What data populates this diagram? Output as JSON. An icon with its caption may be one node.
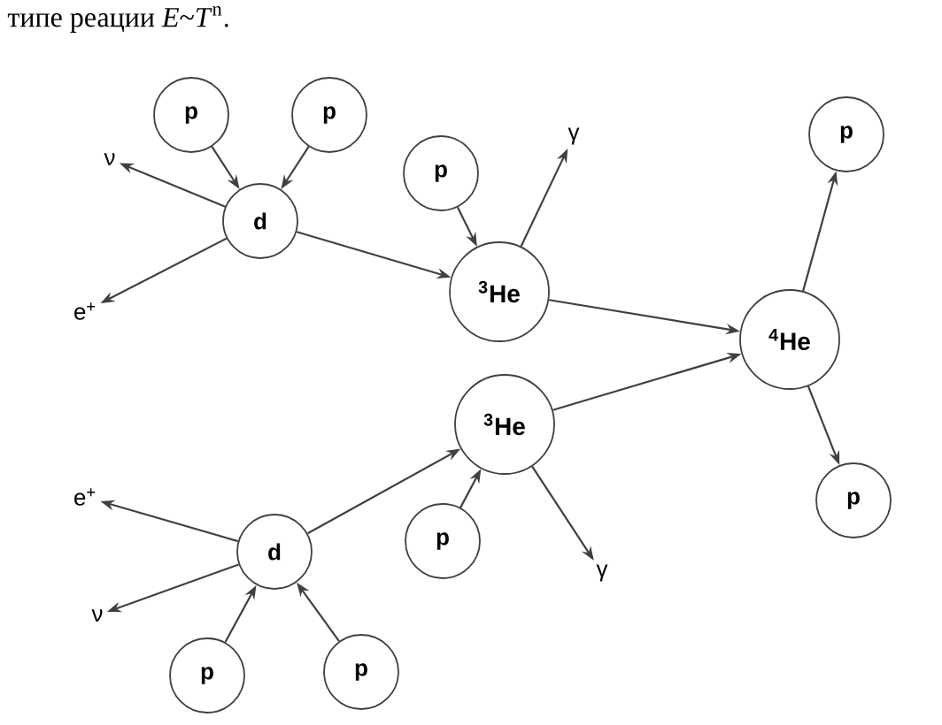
{
  "diagram": {
    "title": "типе реации *E*~*T*$^{n}$.",
    "nodes": [
      {
        "text": [
          "p"
        ]
      },
      {
        "text": [
          "p"
        ]
      },
      {
        "text": [
          "d"
        ]
      },
      {
        "text": [
          "ν"
        ]
      },
      {
        "text": [
          "e$^{+}$"
        ]
      },
      {
        "text": [
          "p"
        ]
      },
      {
        "text": [
          "$^{3}$He"
        ]
      },
      {
        "text": [
          "γ"
        ]
      },
      {
        "text": [
          "p"
        ]
      },
      {
        "text": [
          "$^{4}$He"
        ]
      },
      {
        "text": [
          "$^{3}$He"
        ]
      },
      {
        "text": [
          "e$^{+}$"
        ]
      },
      {
        "text": [
          "d"
        ]
      },
      {
        "text": [
          "ν"
        ]
      },
      {
        "text": [
          "p"
        ]
      },
      {
        "text": [
          "γ"
        ]
      },
      {
        "text": [
          "p"
        ]
      },
      {
        "text": [
          "p"
        ]
      },
      {
        "text": [
          "p"
        ]
      }
    ],
    "edges": [
      {
        "from": 0,
        "to": 2,
        "arrow": "to"
      },
      {
        "from": 1,
        "to": 2,
        "arrow": "to"
      },
      {
        "from": 2,
        "to": 3,
        "arrow": "to"
      },
      {
        "from": 2,
        "to": 4,
        "arrow": "to"
      },
      {
        "from": 2,
        "to": 6,
        "arrow": "to"
      },
      {
        "from": 5,
        "to": 6,
        "arrow": "to"
      },
      {
        "from": 6,
        "to": 7,
        "arrow": "to"
      },
      {
        "from": 6,
        "to": 9,
        "arrow": "to"
      },
      {
        "from": 9,
        "to": 8,
        "arrow": "to"
      },
      {
        "from": 10,
        "to": 9,
        "arrow": "to"
      },
      {
        "from": 9,
        "to": 18,
        "arrow": "to"
      },
      {
        "from": 12,
        "to": 10,
        "arrow": "to"
      },
      {
        "from": 14,
        "to": 10,
        "arrow": "to"
      },
      {
        "from": 10,
        "to": 15,
        "arrow": "to"
      },
      {
        "from": 12,
        "to": 11,
        "arrow": "to"
      },
      {
        "from": 12,
        "to": 13,
        "arrow": "to"
      },
      {
        "from": 16,
        "to": 12,
        "arrow": "to"
      },
      {
        "from": 17,
        "to": 12,
        "arrow": "to"
      }
    ]
  }
}
